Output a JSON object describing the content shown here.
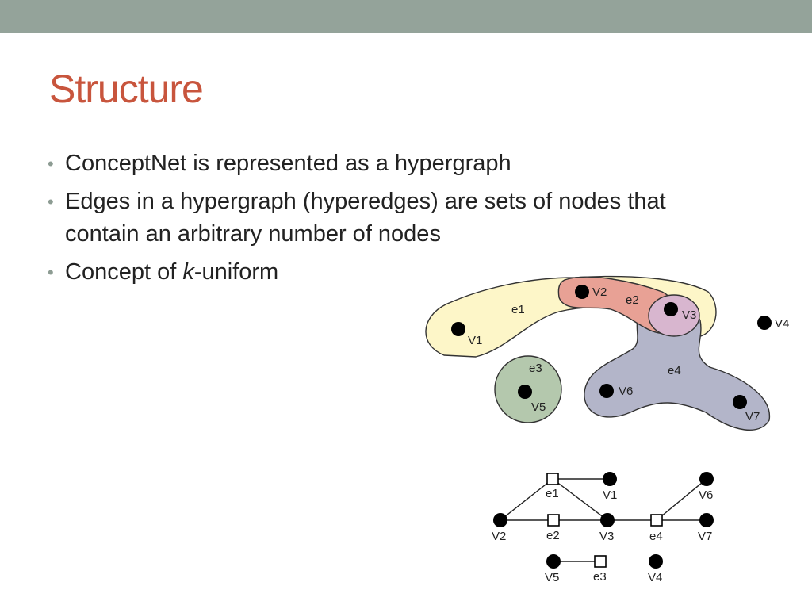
{
  "slide": {
    "title": "Structure",
    "bullets": [
      {
        "text": "ConceptNet is represented as a hypergraph"
      },
      {
        "text": "Edges in a hypergraph (hyperedges) are sets of nodes that contain an arbitrary number of nodes"
      },
      {
        "pre": "Concept of ",
        "italic": "k",
        "post": "-uniform"
      }
    ]
  },
  "hypergraph": {
    "nodes": [
      "V1",
      "V2",
      "V3",
      "V4",
      "V5",
      "V6",
      "V7"
    ],
    "hyperedges": [
      {
        "label": "e1",
        "color": "#fdf6c8",
        "label_color": "#c0562f",
        "members": [
          "V1",
          "V2",
          "V3"
        ]
      },
      {
        "label": "e2",
        "color": "#e8a195",
        "label_color": "#c0562f",
        "members": [
          "V2",
          "V3"
        ]
      },
      {
        "label": "e3",
        "color": "#b4c8ad",
        "label_color": "#4e7f4e",
        "members": [
          "V5"
        ]
      },
      {
        "label": "e4",
        "color": "#b3b5c9",
        "label_color": "#3a3a8c",
        "members": [
          "V3",
          "V6",
          "V7"
        ]
      }
    ]
  },
  "bipartite": {
    "node_labels": [
      "V1",
      "V2",
      "V3",
      "V4",
      "V5",
      "V6",
      "V7"
    ],
    "edge_labels": [
      "e1",
      "e2",
      "e3",
      "e4"
    ],
    "links": [
      [
        "e1",
        "V1"
      ],
      [
        "e1",
        "V2"
      ],
      [
        "e1",
        "V3"
      ],
      [
        "e2",
        "V2"
      ],
      [
        "e2",
        "V3"
      ],
      [
        "e3",
        "V5"
      ],
      [
        "e4",
        "V3"
      ],
      [
        "e4",
        "V6"
      ],
      [
        "e4",
        "V7"
      ]
    ]
  }
}
